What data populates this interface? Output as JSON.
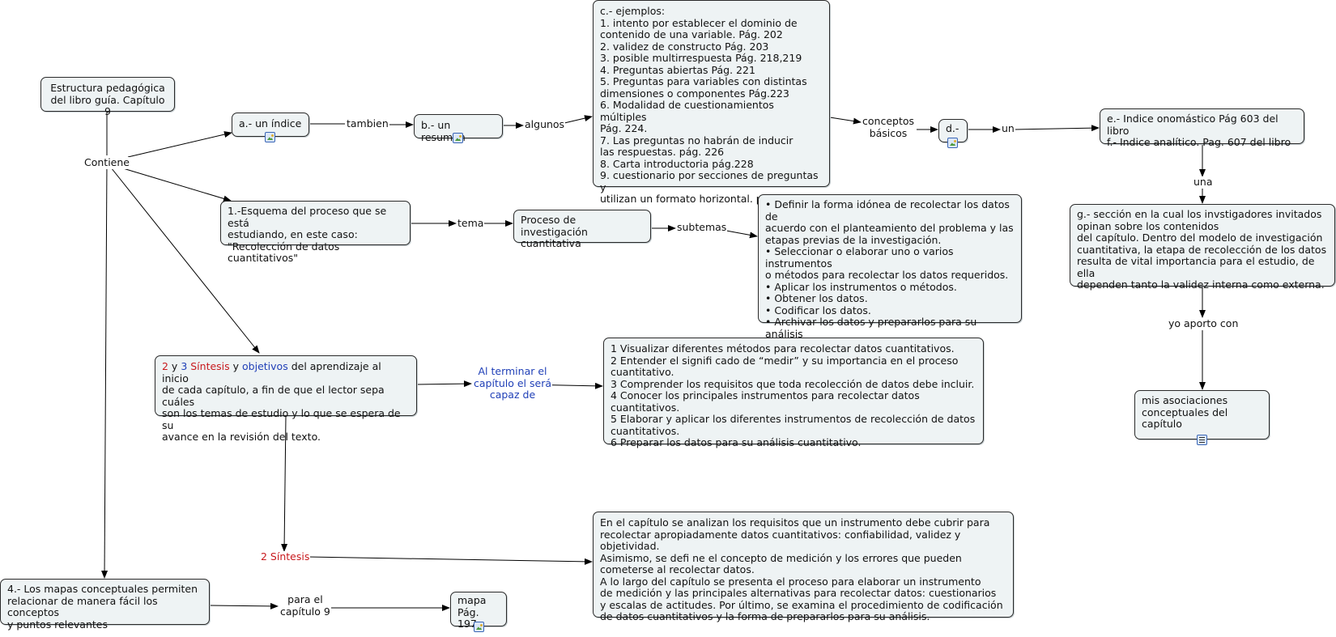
{
  "nodes": {
    "root": "Estructura pedagógica\ndel libro guía. Capítulo 9",
    "indice": "a.- un índice",
    "resumen": "b.- un resumen",
    "ejemplos": "c.- ejemplos:\n1. intento por establecer el dominio de\ncontenido de una variable. Pág. 202\n2. validez de constructo Pág. 203\n3. posible multirrespuesta Pág. 218,219\n4. Preguntas abiertas Pág. 221\n5. Preguntas para variables con distintas\ndimensiones o componentes Pág.223\n6. Modalidad de cuestionamientos múltiples\nPág. 224.\n7. Las preguntas no habrán de inducir\nlas respuestas. pág. 226\n8. Carta introductoria pág.228\n9. cuestionario por secciones de preguntas y\nutilizan un formato horizontal. pag. 233",
    "d": "d.-",
    "indices": "e.- Indice onomástico Pág 603 del libro\nf.- Indice analítico. Pag. 607 del libro",
    "seccion": "g.- sección en la cual los invstigadores invitados\nopinan sobre los contenidos\ndel capítulo. Dentro del modelo de investigación\ncuantitativa, la etapa de recolección de los datos\nresulta de vital importancia para el estudio, de ella\ndependen tanto la validez interna como externa.",
    "asociaciones": "mis asociaciones\nconceptuales del capítulo",
    "esquema": "1.-Esquema del proceso que se está\nestudiando, en este caso:\n\"Recolección de datos cuantitativos\"",
    "proceso": "Proceso de investigación\ncuantitativa",
    "subtemas_list": "• Definir la forma idónea de recolectar los datos de\nacuerdo con el planteamiento del problema y las\netapas previas de la investigación.\n• Seleccionar o elaborar uno o varios instrumentos\no métodos para recolectar los datos requeridos.\n• Aplicar los instrumentos o métodos.\n• Obtener los datos.\n• Codificar los datos.\n• Archivar los datos y prepararlos para su análisis\npor computadora.",
    "sintesis_obj": {
      "n2": "2",
      "y1": " y ",
      "n3": "3",
      "sintesis": "Síntesis",
      "y2": " y ",
      "objetivos": "objetivos",
      "rest": " del aprendizaje al inicio\nde cada capítulo, a fin de que el lector sepa cuáles\nson los temas de estudio y lo que se espera de su\navance en la revisión del texto."
    },
    "objetivos_list": "1 Visualizar diferentes métodos para recolectar datos cuantitativos.\n2 Entender el signifi cado de “medir” y su importancia en el proceso\ncuantitativo.\n3 Comprender los requisitos que toda recolección de datos debe incluir.\n4 Conocer los principales instrumentos para recolectar datos cuantitativos.\n5 Elaborar y aplicar los diferentes instrumentos de recolección de datos\ncuantitativos.\n6 Preparar los datos para su análisis cuantitativo.",
    "sintesis_text": "En el capítulo se analizan los requisitos que un instrumento debe cubrir para\nrecolectar apropiadamente datos cuantitativos: confiabilidad, validez y objetividad.\nAsimismo, se defi ne el concepto de medición y los errores que pueden\ncometerse al recolectar datos.\nA lo largo del capítulo se presenta el proceso para elaborar un instrumento\nde medición y las principales alternativas para recolectar datos: cuestionarios\ny escalas de actitudes. Por último, se examina el procedimiento de codificación\nde datos cuantitativos y la forma de prepararlos para su análisis.",
    "mapas": "4.- Los mapas conceptuales permiten\nrelacionar de manera fácil los conceptos\ny puntos relevantes",
    "mapa": "mapa\nPág. 197"
  },
  "labels": {
    "contiene": "Contiene",
    "tambien": "tambien",
    "algunos": "algunos",
    "conceptos": "conceptos\nbásicos",
    "un": "un",
    "una": "una",
    "yo_aporto": "yo aporto con",
    "tema": "tema",
    "subtemas": "subtemas",
    "al_terminar": "Al terminar el\ncapítulo el será\ncapaz de",
    "dos_sintesis": "2 Síntesis",
    "para_el": "para el\ncapítulo 9"
  },
  "colors": {
    "node_fill": "#eef3f4",
    "red": "#c8191d",
    "blue": "#1f3fb7"
  },
  "icons": [
    "image-icon",
    "note-icon"
  ]
}
